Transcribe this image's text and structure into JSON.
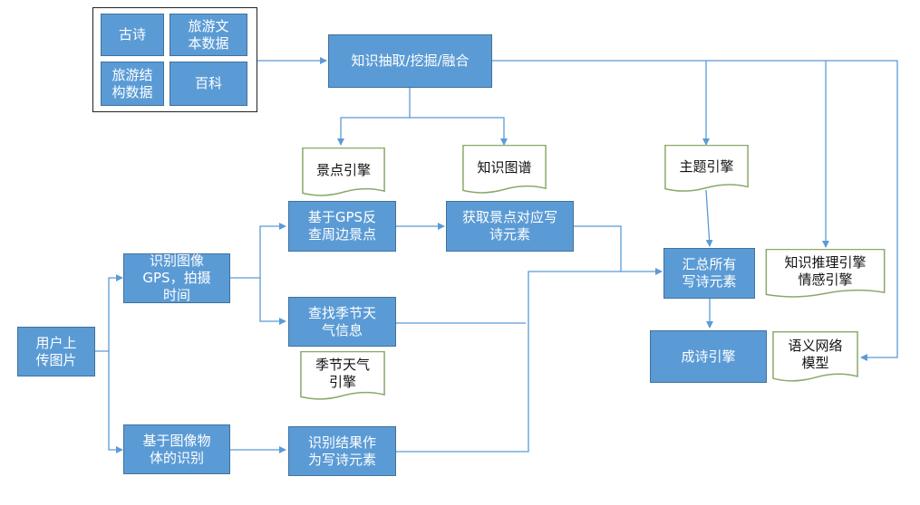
{
  "sources": {
    "ancient_poems": "古诗",
    "travel_text": "旅游文\n本数据",
    "travel_structured": "旅游结\n构数据",
    "encyclopedia": "百科"
  },
  "process": {
    "knowledge_extraction": "知识抽取/挖掘/融合",
    "recognize_gps": "识别图像\nGPS，拍摄\n时间",
    "nearby_spots": "基于GPS反\n查周边景点",
    "get_spot_elements": "获取景点对应写\n诗元素",
    "season_weather": "查找季节天\n气信息",
    "object_recognition": "基于图像物\n体的识别",
    "recognition_as_elements": "识别结果作\n为写诗元素",
    "user_upload": "用户上\n传图片",
    "aggregate_elements": "汇总所有\n写诗元素",
    "poem_engine": "成诗引擎"
  },
  "engines": {
    "scenic_engine": "景点引擎",
    "knowledge_graph": "知识图谱",
    "theme_engine": "主题引擎",
    "reasoning_engine": "知识推理引擎\n情感引擎",
    "season_engine": "季节天气\n引擎",
    "semantic_model": "语义网络\n模型"
  },
  "colors": {
    "box_fill": "#5b9bd5",
    "box_border": "#41719c",
    "doc_border": "#8aa86a",
    "connector": "#5b9bd5"
  }
}
